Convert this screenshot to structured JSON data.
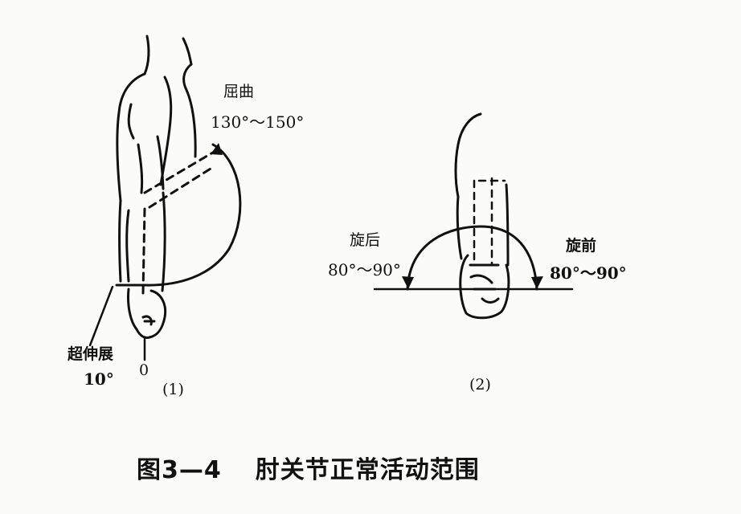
{
  "figure1": {
    "flexion_label": "屈曲",
    "flexion_range": "130°～150°",
    "hyperextension_label": "超伸展",
    "hyperextension_value": "10°",
    "zero_label": "0",
    "panel_label": "(1)"
  },
  "figure2": {
    "supination_label": "旋后",
    "supination_range": "80°～90°",
    "pronation_label": "旋前",
    "pronation_range": "80°～90°",
    "panel_label": "(2)"
  },
  "caption": {
    "number": "图3—4",
    "title": "肘关节正常活动范围"
  },
  "colors": {
    "ink": "#111111",
    "paper": "#fbfbf9"
  }
}
